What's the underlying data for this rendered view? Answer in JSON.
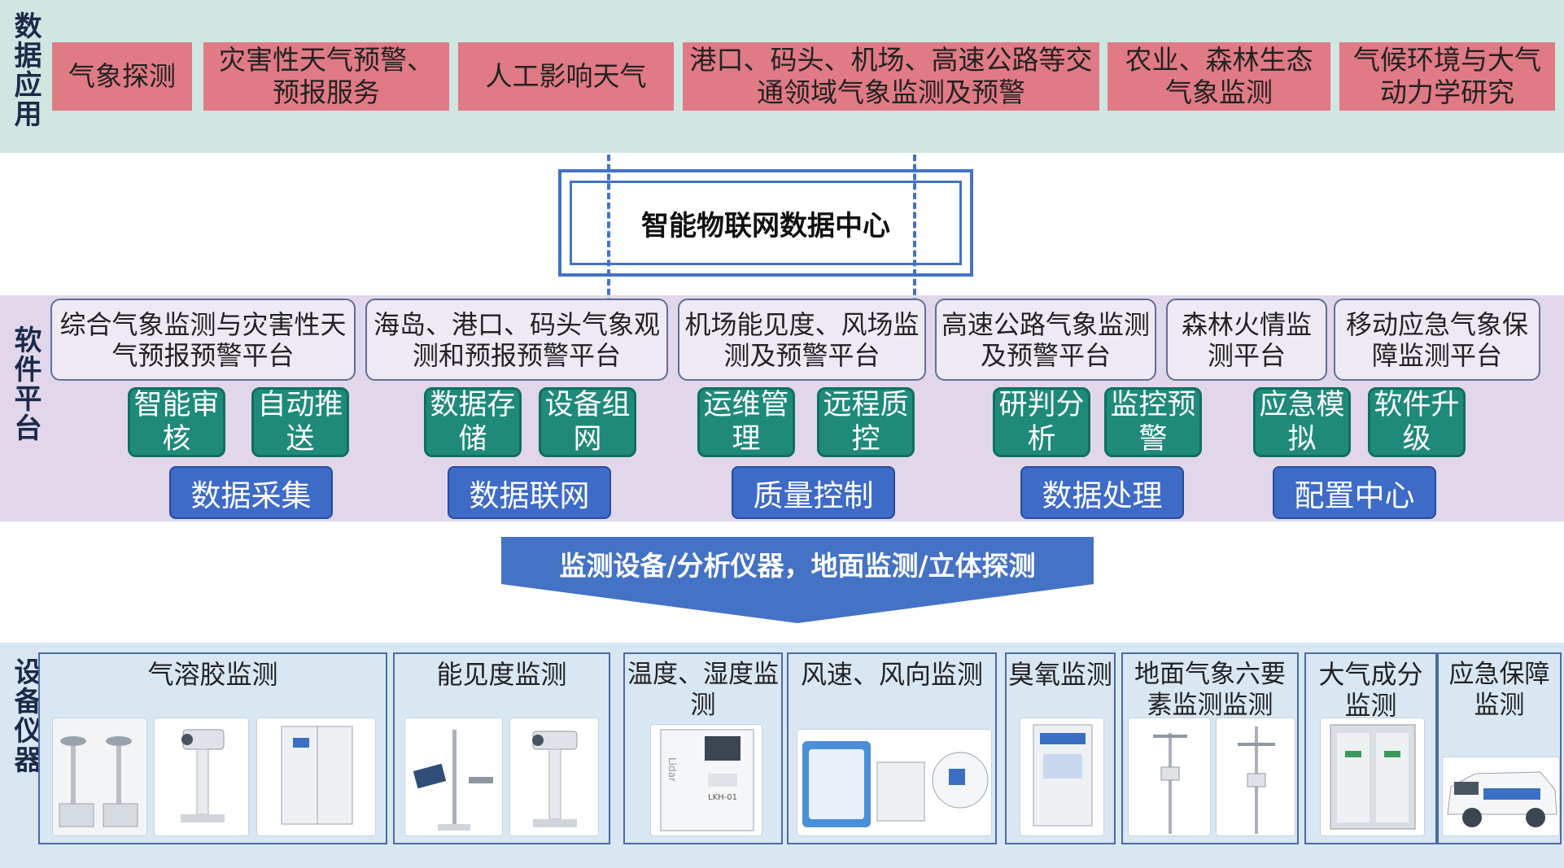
{
  "sections": {
    "app_label": "数据应用",
    "sw_label": "软件平台",
    "dev_label": "设备仪器"
  },
  "applications": [
    "气象探测",
    "灾害性天气预警、预报服务",
    "人工影响天气",
    "港口、码头、机场、高速公路等交通领域气象监测及预警",
    "农业、森林生态气象监测",
    "气候环境与大气动力学研究"
  ],
  "hub": {
    "title": "智能物联网数据中心"
  },
  "platforms": [
    "综合气象监测与灾害性天气预报预警平台",
    "海岛、港口、码头气象观测和预报预警平台",
    "机场能见度、风场监测及预警平台",
    "高速公路气象监测及预警平台",
    "森林火情监测平台",
    "移动应急气象保障监测平台"
  ],
  "functions": [
    "智能审核",
    "自动推送",
    "数据存储",
    "设备组网",
    "运维管理",
    "远程质控",
    "研判分析",
    "监控预警",
    "应急模拟",
    "软件升级"
  ],
  "modules": [
    "数据采集",
    "数据联网",
    "质量控制",
    "数据处理",
    "配置中心"
  ],
  "arrow": {
    "text": "监测设备/分析仪器，地面监测/立体探测"
  },
  "devices": [
    {
      "title": "气溶胶监测"
    },
    {
      "title": "能见度监测"
    },
    {
      "title": "温度、湿度监测"
    },
    {
      "title": "风速、风向监测"
    },
    {
      "title": "臭氧监测"
    },
    {
      "title": "地面气象六要素监测监测"
    },
    {
      "title": "大气成分监测"
    },
    {
      "title": "应急保障监测"
    }
  ],
  "product_labels": {
    "lidar": "Lidar",
    "lkh": "LKH-01"
  },
  "colors": {
    "app_band": "#cfe6e1",
    "app_box": "#e07a85",
    "sw_band": "#e2d7ea",
    "teal": "#1f8a7a",
    "blue": "#3e6bc8",
    "dev_band": "#d9e7f3"
  }
}
